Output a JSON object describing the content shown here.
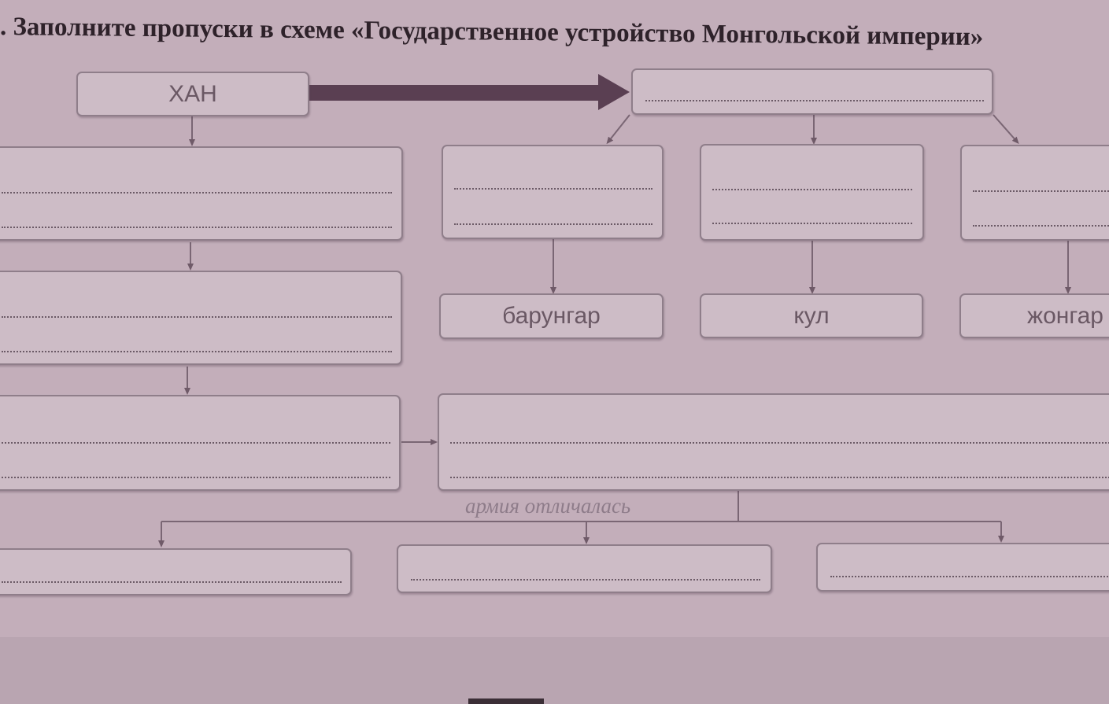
{
  "task": {
    "number": ".",
    "title": "Заполните пропуски в схеме «Государственное устройство Монгольской империи»"
  },
  "scheme": {
    "top": "ХАН",
    "wings": [
      "барунгар",
      "кул",
      "жонгар"
    ],
    "army_note": "армия отличалась"
  },
  "colors": {
    "paper": "#c3aeba",
    "box": "#cdbcc6",
    "ink": "#2e222a",
    "arrow": "#5a3f52"
  }
}
